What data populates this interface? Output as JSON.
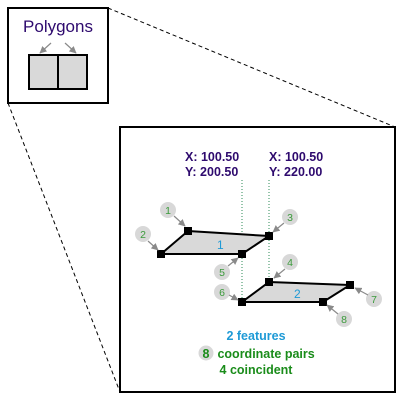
{
  "inset": {
    "title": "Polygons"
  },
  "detail": {
    "coord_left": {
      "x_label": "X: 100.50",
      "y_label": "Y: 200.50"
    },
    "coord_right": {
      "x_label": "X: 100.50",
      "y_label": "Y: 220.00"
    },
    "polygon_labels": [
      "1",
      "2"
    ],
    "vertex_numbers": [
      "1",
      "2",
      "3",
      "4",
      "5",
      "6",
      "7",
      "8"
    ],
    "summary": {
      "features": "2 features",
      "coordinate_count": "8",
      "coordinate_text": " coordinate pairs",
      "coincident": "4 coincident"
    }
  },
  "colors": {
    "coord_text": "#2e0a6e",
    "polygon_label": "#1e9ad6",
    "vertex_badge": "#d8d8d8",
    "vertex_number": "#3a9a3a",
    "summary_blue": "#1e9ad6",
    "summary_green": "#1a8c1a",
    "polygon_fill": "#d9d9d9",
    "guide_line": "#2e8b57"
  }
}
